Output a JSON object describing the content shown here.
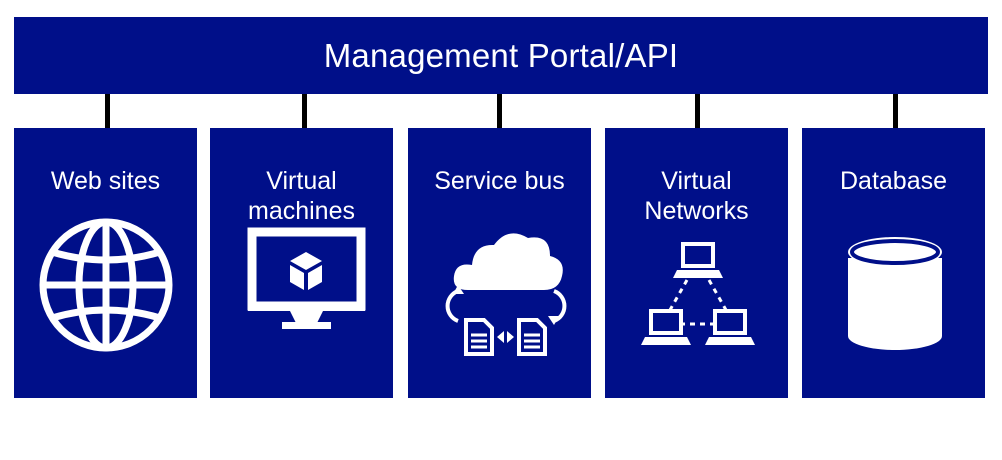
{
  "header": {
    "title": "Management Portal/API"
  },
  "tiles": [
    {
      "label": "Web sites",
      "icon": "globe-icon"
    },
    {
      "label": "Virtual\nmachines",
      "icon": "monitor-cube-icon"
    },
    {
      "label": "Service bus",
      "icon": "cloud-documents-icon"
    },
    {
      "label": "Virtual\nNetworks",
      "icon": "network-computers-icon"
    },
    {
      "label": "Database",
      "icon": "database-cylinder-icon"
    }
  ],
  "colors": {
    "tile": "#000f89",
    "connector": "#000000",
    "text": "#ffffff"
  }
}
